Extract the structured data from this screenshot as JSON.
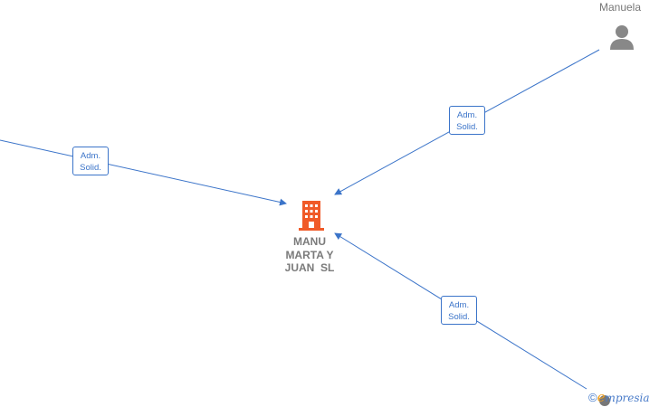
{
  "company": {
    "lines": [
      "MANU",
      "MARTA Y",
      "JUAN  SL"
    ],
    "color": "#f05a28"
  },
  "persons": [
    {
      "name": "Manuela"
    }
  ],
  "relations": [
    {
      "line1": "Adm.",
      "line2": "Solid."
    },
    {
      "line1": "Adm.",
      "line2": "Solid."
    },
    {
      "line1": "Adm.",
      "line2": "Solid."
    }
  ],
  "colors": {
    "edge": "#3b74c9",
    "person": "#888888"
  },
  "watermark": {
    "copyright": "©",
    "brand_initial": "e",
    "brand_rest": "mpresia"
  }
}
